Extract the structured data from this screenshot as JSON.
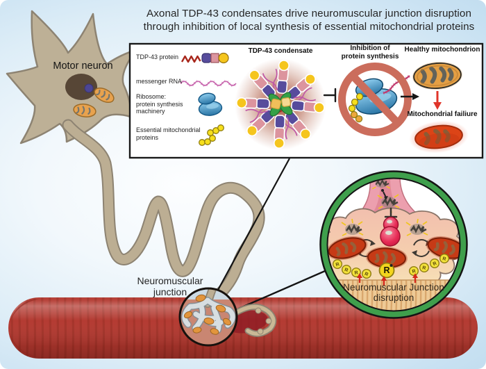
{
  "title": "Axonal TDP-43 condensates drive neuromuscular junction disruption\nthrough inhibition of local synthesis of essential mitochondrial proteins",
  "panel": {
    "legend": [
      {
        "label": "TDP-43 protein",
        "icon": "tdp43-protein-icon"
      },
      {
        "label": "messenger RNA",
        "icon": "mrna-icon"
      },
      {
        "label": "Ribosome:\nprotein synthesis\nmachinery",
        "icon": "ribosome-icon"
      },
      {
        "label": "Essential mitochondrial\nproteins",
        "icon": "protein-beads-icon"
      }
    ],
    "condensate_title": "TDP-43 condensate",
    "inhibition_title": "Inhibition of\nprotein synthesis",
    "healthy_title": "Healthy mitochondrion",
    "failure_title": "Mitochondrial failiure"
  },
  "labels": {
    "motor_neuron": "Motor neuron",
    "neuromuscular_junction": "Neuromuscular\njunction",
    "nmj_disruption": "Neuromuscular Junction\ndisruption",
    "receptor": "R"
  },
  "colors": {
    "background_blue": "#cfe6f4",
    "panel_border": "#1a1a1a",
    "muscle_red": "#b2372e",
    "axon_tan": "#bcae93",
    "condensate_glow": "#9c3a22",
    "inhibition_red": "#cb6d5c",
    "ring_green": "#3f9f4c",
    "mito_healthy_orange": "#e49f44",
    "mito_failure_red": "#dc4417",
    "receptor_yellow": "#f3e23a",
    "mrna_magenta": "#c45ba8",
    "ribosome_blue": "#2e7cab",
    "arrow_red": "#e0352a"
  }
}
